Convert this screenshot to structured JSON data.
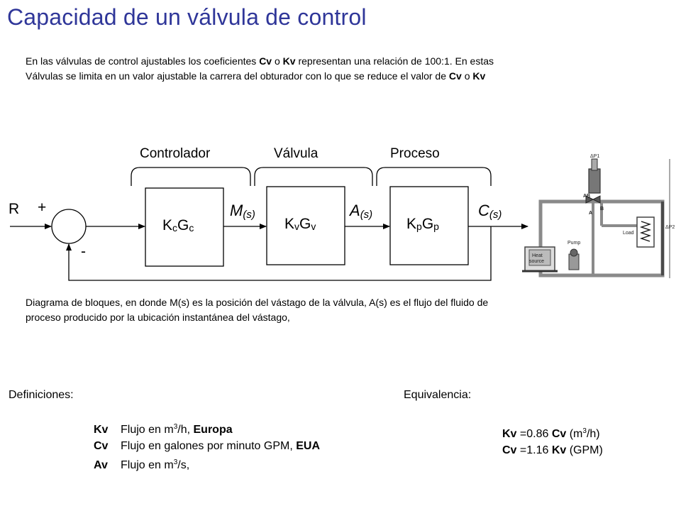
{
  "title": "Capacidad de un válvula de control",
  "intro": {
    "l1_a": "En las válvulas de control ajustables los coeficientes ",
    "l1_cv": "Cv",
    "l1_o": " o ",
    "l1_kv": "Kv",
    "l1_b": "  representan una relación de 100:1. En estas",
    "l2_a": "Válvulas se limita en un valor ajustable la carrera del obturador con lo que se reduce el valor de ",
    "l2_cv": "Cv",
    "l2_o": " o ",
    "l2_kv": "Kv"
  },
  "diagram": {
    "group_labels": [
      "Controlador",
      "Válvula",
      "Proceso"
    ],
    "input_label": "R",
    "plus": "+",
    "minus": "-",
    "blocks": [
      {
        "main1": "K",
        "sub1": "c",
        "main2": "G",
        "sub2": "c"
      },
      {
        "main1": "K",
        "sub1": "v",
        "main2": "G",
        "sub2": "v"
      },
      {
        "main1": "K",
        "sub1": "p",
        "main2": "G",
        "sub2": "p"
      }
    ],
    "signals": [
      {
        "letter": "M",
        "arg": "(s)"
      },
      {
        "letter": "A",
        "arg": "(s)"
      },
      {
        "letter": "C",
        "arg": "(s)"
      }
    ],
    "schematic": {
      "dp1": "ΔP1",
      "dp2": "ΔP2",
      "ab": "AB",
      "a": "A",
      "b": "B",
      "load": "Load",
      "pump": "Pump",
      "heat": "Heat",
      "source": "source"
    }
  },
  "caption": {
    "l1": "Diagrama de bloques, en donde M(s) es la posición del vástago de la válvula, A(s) es el flujo del fluido de",
    "l2": "proceso producido por la ubicación instantánea del vástago,"
  },
  "definitions": {
    "heading": "Definiciones:",
    "items": [
      {
        "key": "Kv",
        "pre": "Flujo en m",
        "exp": "3",
        "post": "/h, ",
        "bold": "Europa"
      },
      {
        "key": "Cv",
        "pre": "Flujo en galones por minuto GPM, ",
        "exp": "",
        "post": "",
        "bold": "EUA"
      },
      {
        "key": "Av",
        "pre": "Flujo en m",
        "exp": "3",
        "post": "/s,",
        "bold": ""
      }
    ]
  },
  "equivalence": {
    "heading": "Equivalencia:",
    "items": [
      {
        "lhs": "Kv",
        "mid": " =0.86 ",
        "rhs": "Cv",
        "pre": " (m",
        "exp": "3",
        "post": "/h)"
      },
      {
        "lhs": "Cv",
        "mid": " =1.16 ",
        "rhs": "Kv",
        "pre": " (GPM)",
        "exp": "",
        "post": ""
      }
    ]
  },
  "colors": {
    "title": "#2f3699",
    "text": "#000000",
    "pipe": "#8a8a8a"
  }
}
